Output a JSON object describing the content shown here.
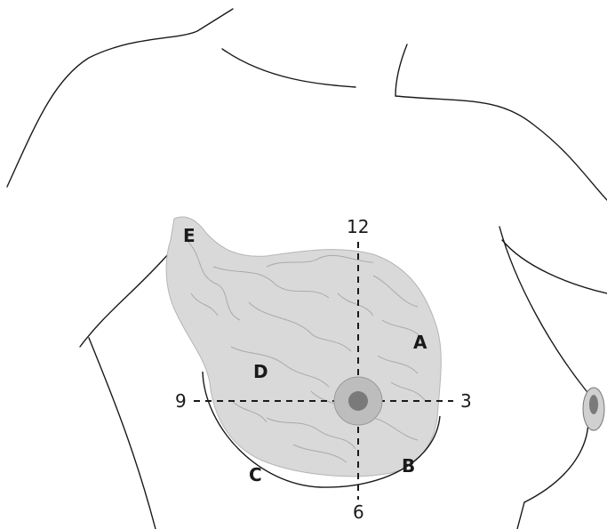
{
  "diagram": {
    "clock_labels": {
      "top": "12",
      "right": "3",
      "bottom": "6",
      "left": "9"
    },
    "quadrant_labels": {
      "a": "A",
      "b": "B",
      "c": "C",
      "d": "D",
      "e": "E"
    }
  },
  "colors": {
    "outline": "#1a1a1a",
    "tissue_fill": "#d9d9d9",
    "tissue_veins": "#aaaaaa",
    "areola": "#bdbdbd",
    "nipple": "#7a7a7a"
  }
}
